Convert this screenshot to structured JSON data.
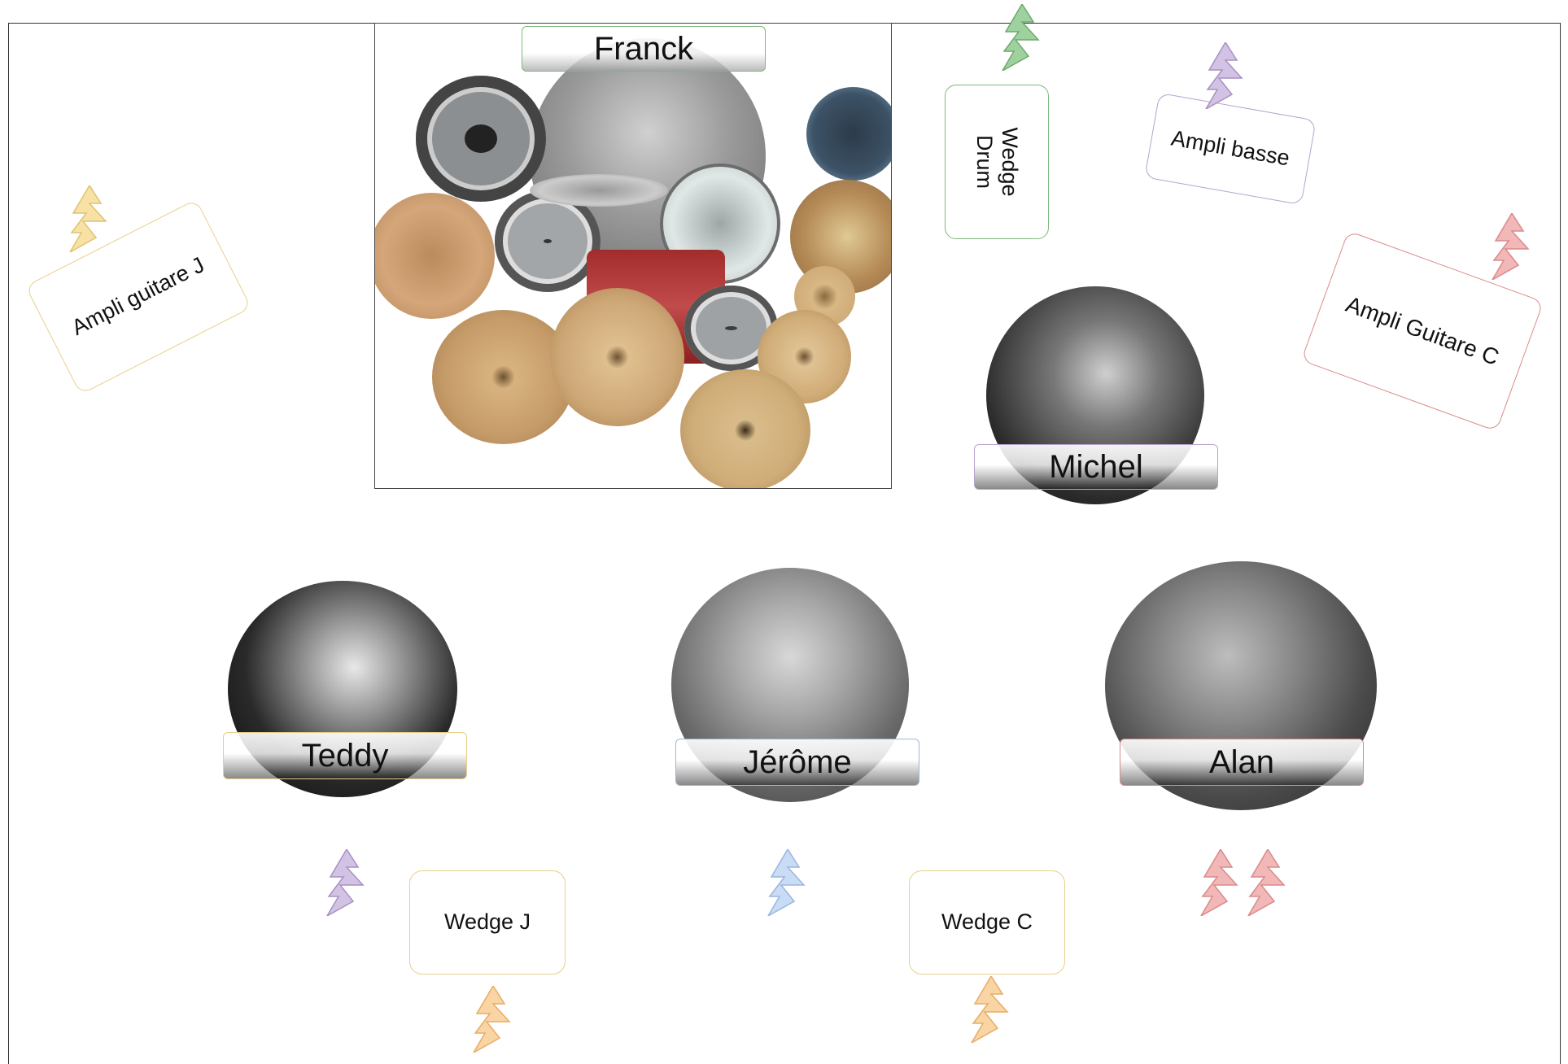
{
  "colors": {
    "green": "#7cb87c",
    "purple": "#b7a3cf",
    "yellow": "#e9cf8a",
    "red": "#d98b8b",
    "blue": "#9cb5dc",
    "orange": "#f0c48e"
  },
  "musicians": {
    "franck": "Franck",
    "michel": "Michel",
    "teddy": "Teddy",
    "jerome": "Jérôme",
    "alan": "Alan"
  },
  "equipment": {
    "ampli_guitare_j": "Ampli guitare J",
    "wedge_drum": "Wedge Drum",
    "ampli_basse": "Ampli basse",
    "ampli_guitare_c": "Ampli Guitare C",
    "wedge_j": "Wedge J",
    "wedge_c": "Wedge C"
  },
  "icons": {
    "power": "lightning-bolt-icon"
  }
}
